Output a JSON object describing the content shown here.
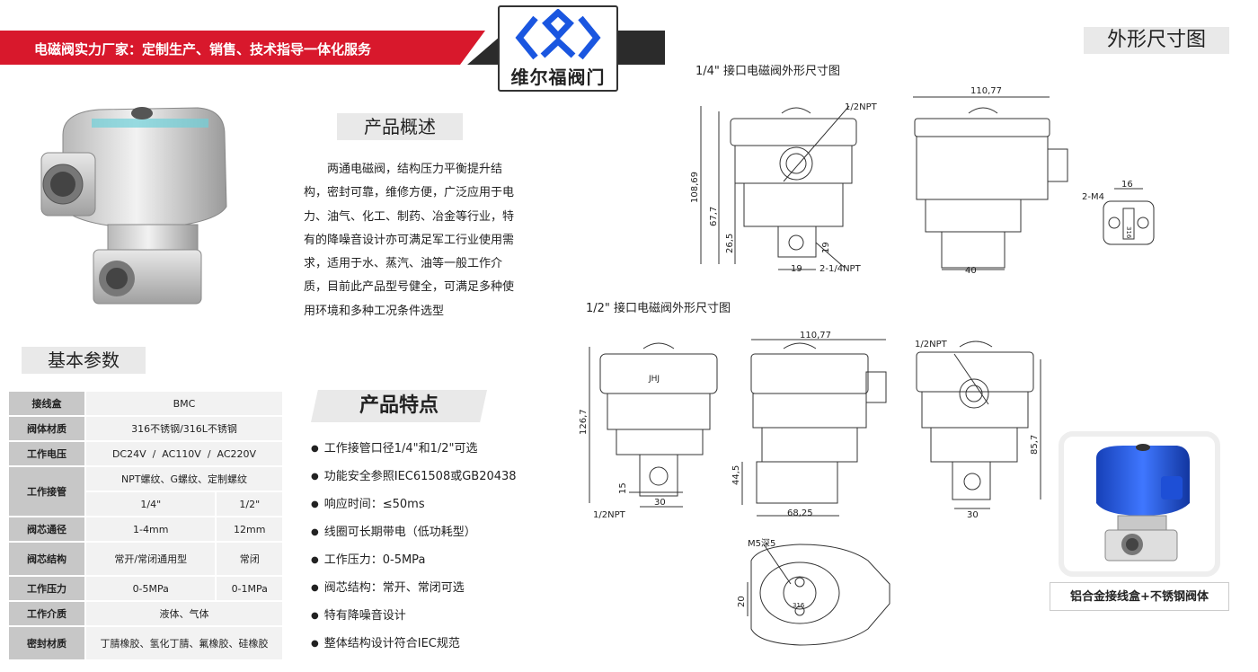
{
  "banner": {
    "text": "电磁阀实力厂家：定制生产、销售、技术指导一体化服务"
  },
  "logo": {
    "name": "维尔福阀门"
  },
  "overview": {
    "title": "产品概述",
    "text": "两通电磁阀，结构压力平衡提升结构，密封可靠，维修方便，广泛应用于电力、油气、化工、制药、冶金等行业，特有的降噪音设计亦可满足军工行业使用需求，适用于水、蒸汽、油等一般工作介质，目前此产品型号健全，可满足多种使用环境和多种工况条件选型"
  },
  "params": {
    "title": "基本参数",
    "rows": {
      "box": {
        "k": "接线盒",
        "v": "BMC"
      },
      "body": {
        "k": "阀体材质",
        "v": "316不锈钢/316L不锈钢"
      },
      "voltage": {
        "k": "工作电压",
        "v": "DC24V  /  AC110V  /  AC220V"
      },
      "pipe": {
        "k": "工作接管",
        "v": "NPT螺纹、G螺纹、定制螺纹",
        "a": "1/4\"",
        "b": "1/2\""
      },
      "orifice": {
        "k": "阀芯通径",
        "a": "1-4mm",
        "b": "12mm"
      },
      "core": {
        "k": "阀芯结构",
        "a": "常开/常闭通用型",
        "b": "常闭"
      },
      "pressure": {
        "k": "工作压力",
        "a": "0-5MPa",
        "b": "0-1MPa"
      },
      "medium": {
        "k": "工作介质",
        "v": "液体、气体"
      },
      "seal": {
        "k": "密封材质",
        "v": "丁腈橡胶、氢化丁腈、氟橡胶、硅橡胶"
      }
    }
  },
  "features": {
    "title": "产品特点",
    "items": [
      "工作接管口径1/4\"和1/2\"可选",
      "功能安全参照IEC61508或GB20438",
      "响应时间：≤50ms",
      "线圈可长期带电（低功耗型）",
      "工作压力：0-5MPa",
      "阀芯结构：常开、常闭可选",
      "特有降噪音设计",
      "整体结构设计符合IEC规范"
    ]
  },
  "dims": {
    "title": "外形尺寸图",
    "quarter": {
      "title": "1/4\" 接口电磁阀外形尺寸图",
      "d_height": "108,69",
      "d_mid": "67,7",
      "d_low": "26,5",
      "d_19a": "19",
      "d_19b": "19",
      "d_width": "110,77",
      "d_40": "40",
      "d_16": "16",
      "npt_top": "1/2NPT",
      "npt_port": "2-1/4NPT",
      "m4": "2-M4",
      "mark_316": "316"
    },
    "half": {
      "title": "1/2\" 接口电磁阀外形尺寸图",
      "d_height": "126,7",
      "d_15": "15",
      "d_30": "30",
      "npt_left": "1/2NPT",
      "d_width": "110,77",
      "d_44": "44,5",
      "d_68": "68,25",
      "npt_top": "1/2NPT",
      "d_85": "85,7",
      "d_30b": "30",
      "m5": "M5深5",
      "d_20": "20",
      "mark_316": "316",
      "jhj": "JHJ"
    }
  },
  "caption": "铝合金接线盒+不锈钢阀体",
  "colors": {
    "brand_red": "#d8182c",
    "brand_blue": "#1a56e0",
    "dark": "#2b2b2b"
  }
}
